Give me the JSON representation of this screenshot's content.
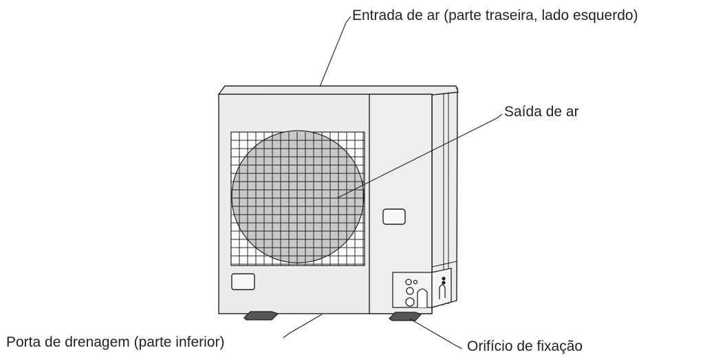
{
  "labels": {
    "air_inlet": "Entrada de ar (parte traseira, lado esquerdo)",
    "air_outlet": "Saída de ar",
    "drain_port": "Porta de drenagem (parte inferior)",
    "fixing_hole": "Orifício de fixação"
  },
  "colors": {
    "line": "#231f20",
    "fill": "#ececec",
    "grille_dark": "#c9c9c9",
    "background": "#ffffff"
  }
}
